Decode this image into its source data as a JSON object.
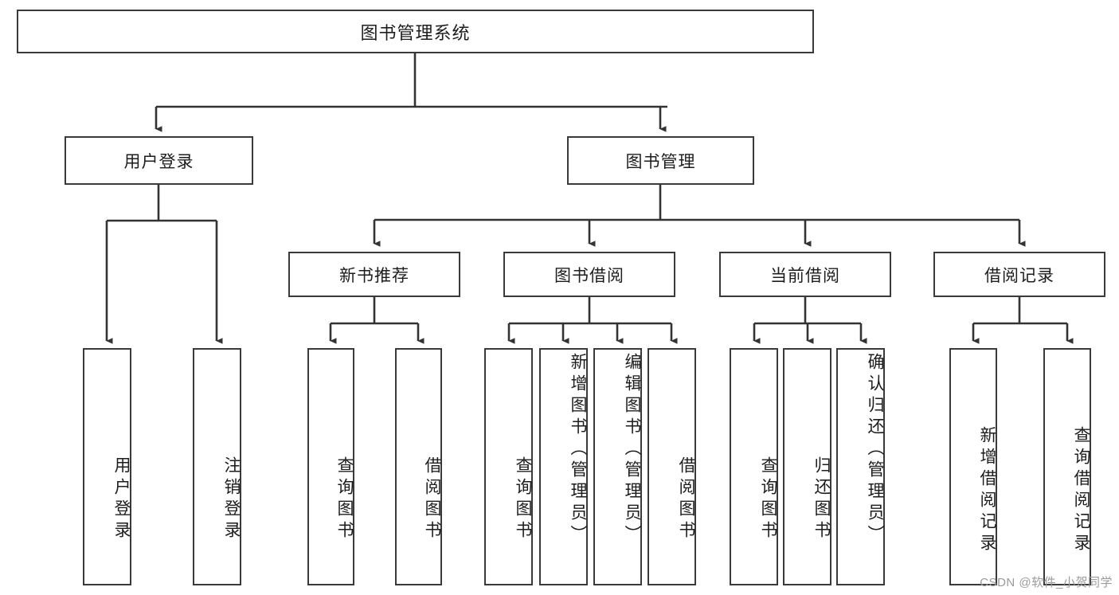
{
  "diagram": {
    "title": "图书管理系统",
    "type": "hierarchy-tree",
    "root": {
      "label": "图书管理系统"
    },
    "level2": [
      {
        "id": "user-login",
        "label": "用户登录"
      },
      {
        "id": "book-manage",
        "label": "图书管理"
      }
    ],
    "level3": [
      {
        "id": "new-book-recommend",
        "label": "新书推荐"
      },
      {
        "id": "book-borrow",
        "label": "图书借阅"
      },
      {
        "id": "current-borrow",
        "label": "当前借阅"
      },
      {
        "id": "borrow-record",
        "label": "借阅记录"
      }
    ],
    "leaves": {
      "user_login": [
        {
          "id": "leaf-user-login",
          "label": "用户登录"
        },
        {
          "id": "leaf-logout",
          "label": "注销登录"
        }
      ],
      "new_book_recommend": [
        {
          "id": "leaf-query-book-1",
          "label": "查询图书"
        },
        {
          "id": "leaf-borrow-book-1",
          "label": "借阅图书"
        }
      ],
      "book_borrow": [
        {
          "id": "leaf-query-book-2",
          "label": "查询图书"
        },
        {
          "id": "leaf-add-book",
          "label": "新增图书（管理员）"
        },
        {
          "id": "leaf-edit-book",
          "label": "编辑图书（管理员）"
        },
        {
          "id": "leaf-borrow-book-2",
          "label": "借阅图书"
        }
      ],
      "current_borrow": [
        {
          "id": "leaf-query-book-3",
          "label": "查询图书"
        },
        {
          "id": "leaf-return-book",
          "label": "归还图书"
        },
        {
          "id": "leaf-confirm-return",
          "label": "确认归还（管理员）"
        }
      ],
      "borrow_record": [
        {
          "id": "leaf-add-record",
          "label": "新增借阅记录"
        },
        {
          "id": "leaf-query-record",
          "label": "查询借阅记录"
        }
      ]
    }
  },
  "watermark": {
    "text": "CSDN @软件_小贺同学"
  },
  "colors": {
    "box_border": "#3a3a3a",
    "connector": "#333333",
    "text": "#1d1d1d",
    "background": "#ffffff",
    "watermark": "#9b9b9b"
  }
}
